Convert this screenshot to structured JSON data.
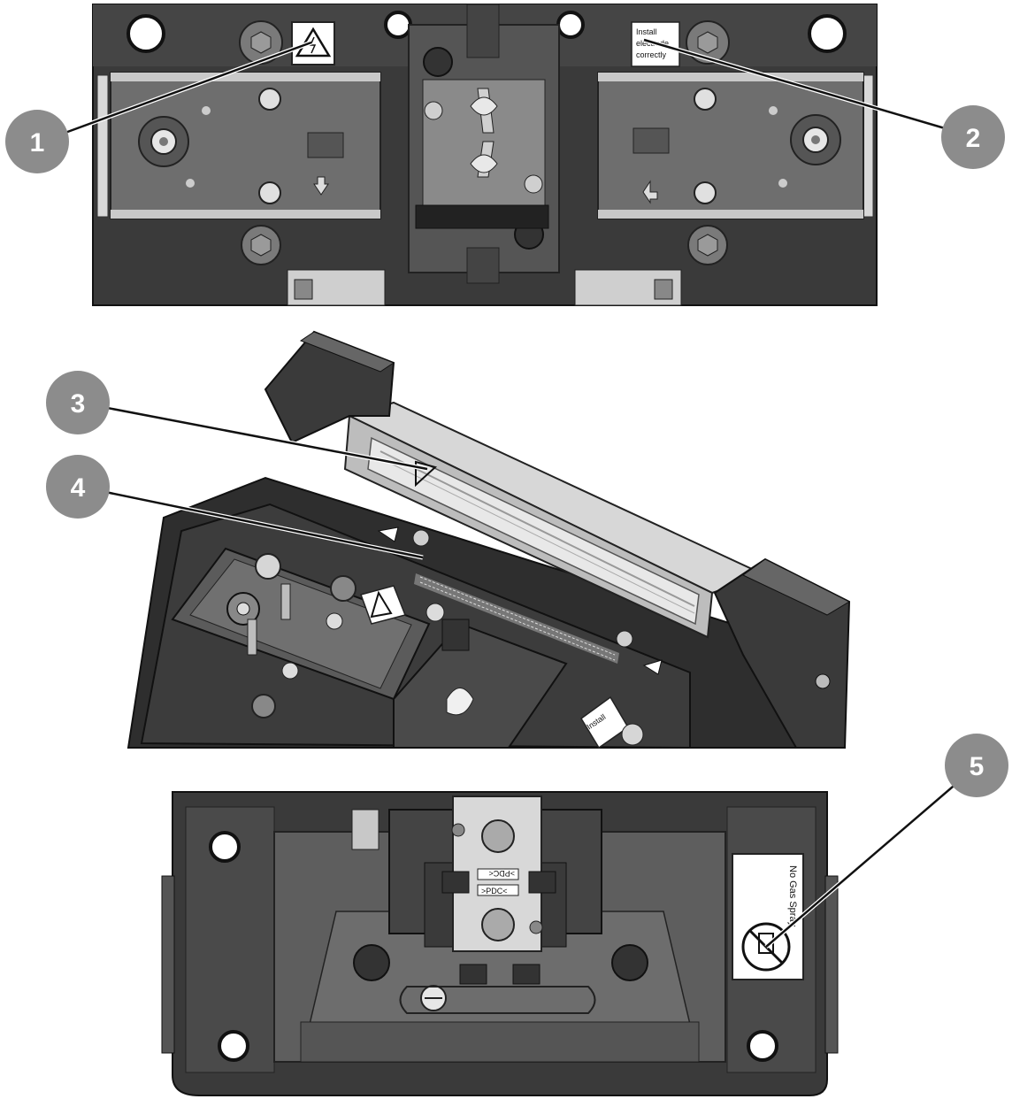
{
  "callouts": [
    {
      "number": "1"
    },
    {
      "number": "2"
    },
    {
      "number": "3"
    },
    {
      "number": "4"
    },
    {
      "number": "5"
    }
  ],
  "labels": {
    "install_line1": "Install",
    "install_line2": "electrode",
    "install_line3": "correctly",
    "pdc_top": ">PDC<",
    "pdc_bottom": ">PDC<",
    "nogas_line1": "No Gas Spray"
  },
  "colors": {
    "body_dark": "#3b3b3b",
    "body_mid": "#5a5a5a",
    "body_light": "#8a8a8a",
    "metal": "#c8c8c8",
    "callout_fill": "#8c8c8c",
    "leader": "#111111"
  }
}
